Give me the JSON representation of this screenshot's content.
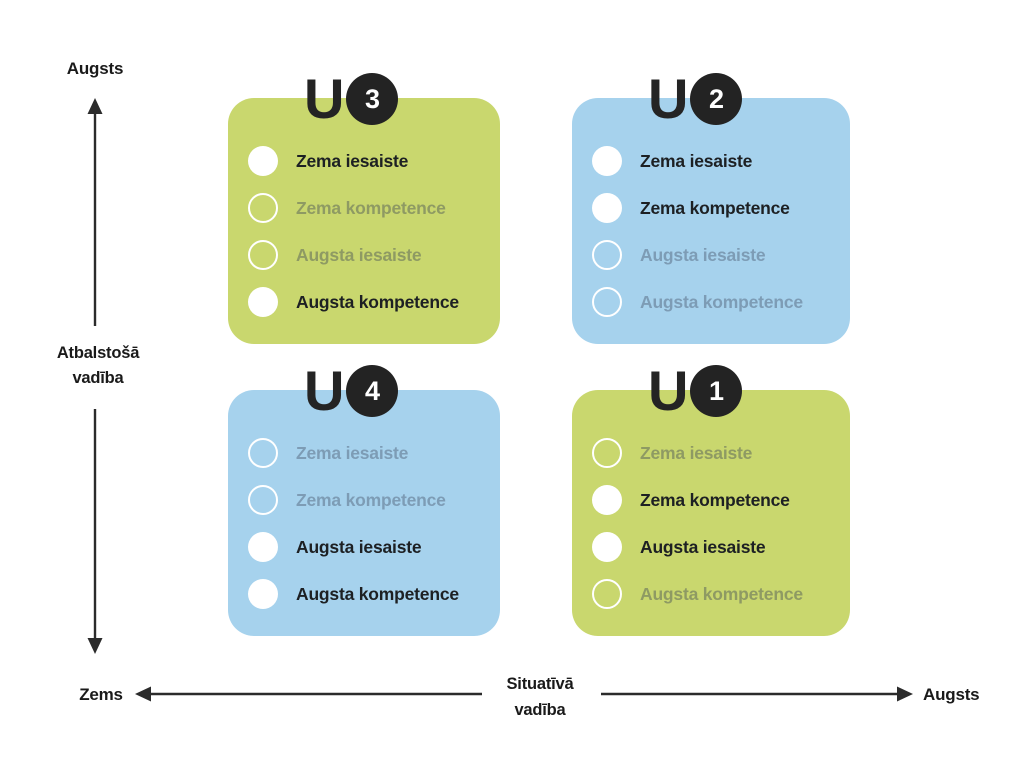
{
  "colors": {
    "card_green": "#c9d76e",
    "card_blue": "#a6d2ed",
    "badge_black": "#232323",
    "badge_number_white": "#ffffff",
    "text_dark": "#1d2023",
    "muted_text_on_green": "#8e9a63",
    "muted_text_on_blue": "#7d9cb5",
    "checkbox_white": "#ffffff",
    "arrow": "#2b2b2b"
  },
  "axes": {
    "vertical": {
      "high_label": "Augsts",
      "title_line1": "Atbalstošā",
      "title_line2": "vadība"
    },
    "horizontal": {
      "low_label": "Zems",
      "title_line1": "Situatīvā",
      "title_line2": "vadība",
      "high_label": "Augsts"
    }
  },
  "quadrants": [
    {
      "position": "top-left",
      "letter": "U",
      "number": "3",
      "color": "green",
      "items": [
        {
          "label": "Zema iesaiste",
          "checked": true
        },
        {
          "label": "Zema kompetence",
          "checked": false
        },
        {
          "label": "Augsta iesaiste",
          "checked": false
        },
        {
          "label": "Augsta kompetence",
          "checked": true
        }
      ]
    },
    {
      "position": "top-right",
      "letter": "U",
      "number": "2",
      "color": "blue",
      "items": [
        {
          "label": "Zema iesaiste",
          "checked": true
        },
        {
          "label": "Zema kompetence",
          "checked": true
        },
        {
          "label": "Augsta iesaiste",
          "checked": false
        },
        {
          "label": "Augsta kompetence",
          "checked": false
        }
      ]
    },
    {
      "position": "bottom-left",
      "letter": "U",
      "number": "4",
      "color": "blue",
      "items": [
        {
          "label": "Zema iesaiste",
          "checked": false
        },
        {
          "label": "Zema kompetence",
          "checked": false
        },
        {
          "label": "Augsta iesaiste",
          "checked": true
        },
        {
          "label": "Augsta kompetence",
          "checked": true
        }
      ]
    },
    {
      "position": "bottom-right",
      "letter": "U",
      "number": "1",
      "color": "green",
      "items": [
        {
          "label": "Zema iesaiste",
          "checked": false
        },
        {
          "label": "Zema kompetence",
          "checked": true
        },
        {
          "label": "Augsta iesaiste",
          "checked": true
        },
        {
          "label": "Augsta kompetence",
          "checked": false
        }
      ]
    }
  ]
}
